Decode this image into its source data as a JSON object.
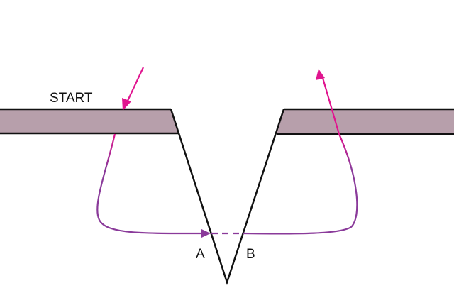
{
  "diagram": {
    "labels": {
      "start": "START",
      "point_a": "A",
      "point_b": "B"
    },
    "colors": {
      "background": "#ffffff",
      "surface_fill": "#b79fab",
      "outline": "#111111",
      "ray_magenta": "#e0158f",
      "ray_purple": "#8a3a9a"
    },
    "elements": [
      "left-surface-block",
      "right-surface-block",
      "v-notch",
      "incoming-ray-arrow",
      "outgoing-ray-arrow",
      "left-curved-path",
      "right-curved-path",
      "dashed-connection-a-b"
    ]
  }
}
